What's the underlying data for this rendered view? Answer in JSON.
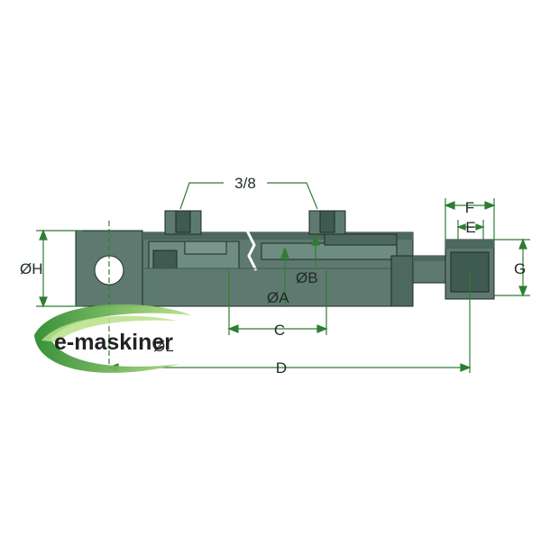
{
  "diagram": {
    "labels": {
      "thread": "3/8",
      "h": "ØH",
      "a": "ØA",
      "b": "ØB",
      "c": "C",
      "d": "D",
      "e": "E",
      "f": "F",
      "g": "G",
      "l": "ØL"
    },
    "colors": {
      "body": "#5e7a70",
      "body_dark": "#3f5a50",
      "outline": "#1e2a25",
      "dimension": "#2e7d32",
      "background": "#ffffff"
    }
  },
  "logo": {
    "text": "e-maskiner",
    "colors": {
      "swoosh_light": "#b9e08a",
      "swoosh_dark": "#2e8b2e",
      "text": "#222222"
    }
  }
}
